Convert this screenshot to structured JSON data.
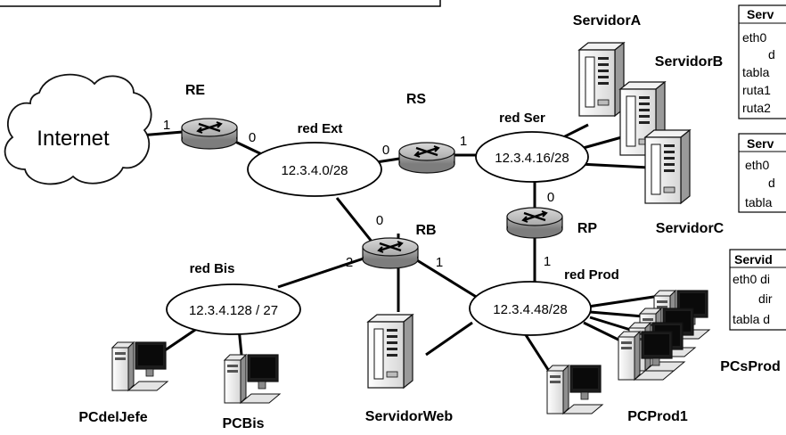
{
  "internet": {
    "label": "Internet"
  },
  "routers": {
    "re": {
      "label": "RE",
      "ports": [
        "1",
        "0"
      ]
    },
    "rs": {
      "label": "RS",
      "ports": [
        "0",
        "1"
      ]
    },
    "rb": {
      "label": "RB",
      "ports": [
        "0",
        "2",
        "1"
      ]
    },
    "rp": {
      "label": "RP",
      "ports": [
        "0",
        "1"
      ]
    }
  },
  "networks": {
    "ext": {
      "name": "red Ext",
      "address": "12.3.4.0/28"
    },
    "ser": {
      "name": "red Ser",
      "address": "12.3.4.16/28"
    },
    "bis": {
      "name": "red Bis",
      "address": "12.3.4.128 / 27"
    },
    "prod": {
      "name": "red Prod",
      "address": "12.3.4.48/28"
    }
  },
  "servers": {
    "a": {
      "label": "ServidorA"
    },
    "b": {
      "label": "ServidorB"
    },
    "c": {
      "label": "ServidorC"
    },
    "web": {
      "label": "ServidorWeb"
    }
  },
  "pcs": {
    "jefe": {
      "label": "PCdelJefe"
    },
    "bis": {
      "label": "PCBis"
    },
    "prod1": {
      "label": "PCProd1"
    },
    "group": {
      "label": "PCsProd"
    }
  },
  "side_tables": {
    "t1": {
      "lines": [
        "Serv",
        "eth0",
        "d",
        "tabla",
        "ruta1",
        "ruta2"
      ]
    },
    "t2": {
      "lines": [
        "Serv",
        "eth0",
        "d",
        "tabla"
      ]
    },
    "t3": {
      "lines": [
        "Servid",
        "eth0 di",
        "dir",
        "tabla d"
      ]
    }
  }
}
